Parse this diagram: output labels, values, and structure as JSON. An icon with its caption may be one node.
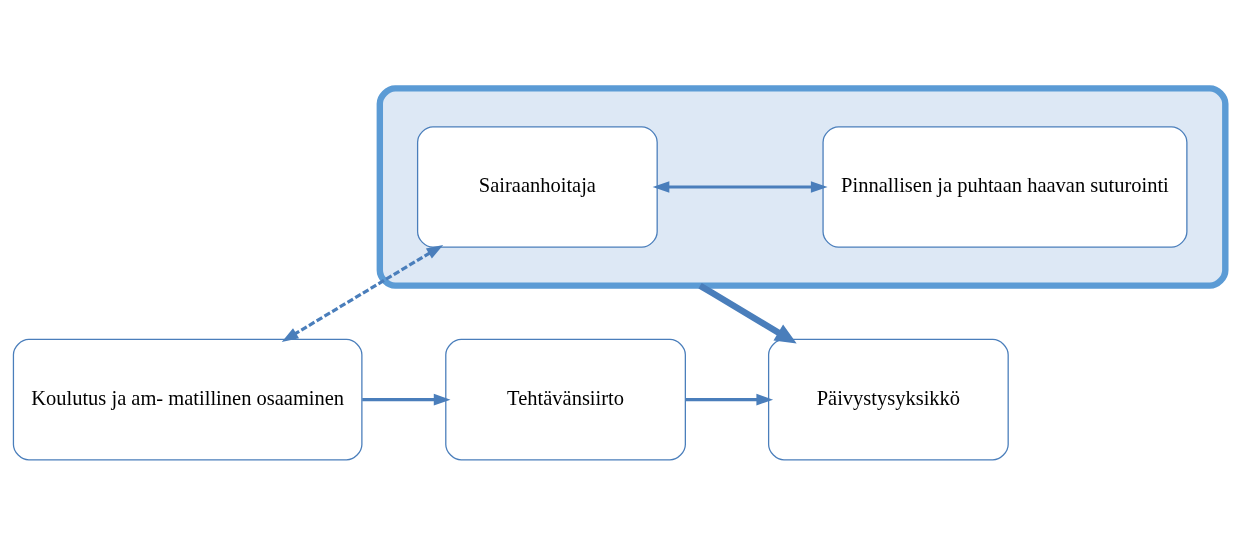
{
  "diagram": {
    "nodes": [
      {
        "text": [],
        "shape": "box"
      },
      {
        "text": [
          "Sairaanhoitaja"
        ],
        "in": 0
      },
      {
        "text": [
          "Pinnallisen ja puhtaan haavan suturointi"
        ],
        "in": 0
      },
      {
        "text": [
          "Koulutus ja am- matillinen osaaminen"
        ]
      },
      {
        "text": [
          "Tehtävänsiirto"
        ]
      },
      {
        "text": [
          "Päivystysyksikkö"
        ]
      }
    ],
    "edges": [
      {
        "from": 1,
        "to": 2,
        "arrow": "both"
      },
      {
        "from": 1,
        "to": 3,
        "arrow": "both",
        "style": "dashed"
      },
      {
        "from": 3,
        "to": 4,
        "arrow": "to"
      },
      {
        "from": 4,
        "to": 5,
        "arrow": "to"
      },
      {
        "from": 0,
        "to": 5,
        "arrow": "to",
        "style": "thick"
      }
    ]
  }
}
